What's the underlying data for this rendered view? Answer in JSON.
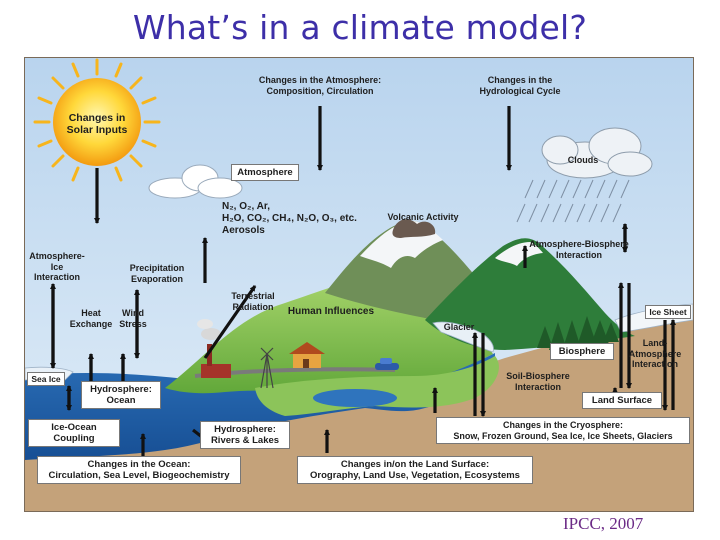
{
  "slide": {
    "title": "What’s in a climate model?",
    "credit": "IPCC, 2007"
  },
  "labels": {
    "solar": "Changes in Solar Inputs",
    "atm_changes_1": "Changes in the Atmosphere:",
    "atm_changes_2": "Composition, Circulation",
    "hydro_cycle_1": "Changes in the",
    "hydro_cycle_2": "Hydrological Cycle",
    "clouds": "Clouds",
    "atmosphere": "Atmosphere",
    "gases_1": "N₂, O₂, Ar,",
    "gases_2": "H₂O, CO₂, CH₄, N₂O, O₃, etc.",
    "gases_3": "Aerosols",
    "volcanic": "Volcanic Activity",
    "atm_bio_1": "Atmosphere-Biosphere",
    "atm_bio_2": "Interaction",
    "atm_ice_1": "Atmosphere-",
    "atm_ice_2": "Ice",
    "atm_ice_3": "Interaction",
    "precip_1": "Precipitation",
    "precip_2": "Evaporation",
    "terrestrial_1": "Terrestrial",
    "terrestrial_2": "Radiation",
    "human": "Human Influences",
    "heat_1": "Heat",
    "heat_2": "Exchange",
    "wind_1": "Wind",
    "wind_2": "Stress",
    "glacier": "Glacier",
    "ice_sheet": "Ice Sheet",
    "biosphere": "Biosphere",
    "land_atm_1": "Land-",
    "land_atm_2": "Atmosphere",
    "land_atm_3": "Interaction",
    "sea_ice": "Sea Ice",
    "hydro_ocean_1": "Hydrosphere:",
    "hydro_ocean_2": "Ocean",
    "soil_bio_1": "Soil-Biosphere",
    "soil_bio_2": "Interaction",
    "land_surface": "Land Surface",
    "ice_ocean": "Ice-Ocean Coupling",
    "hydro_rivers_1": "Hydrosphere:",
    "hydro_rivers_2": "Rivers & Lakes",
    "cryo_1": "Changes in the Cryosphere:",
    "cryo_2": "Snow, Frozen Ground, Sea Ice, Ice Sheets, Glaciers",
    "ocean_changes_1": "Changes in the Ocean:",
    "ocean_changes_2": "Circulation, Sea Level, Biogeochemistry",
    "land_changes_1": "Changes in/on the Land Surface:",
    "land_changes_2": "Orography, Land Use, Vegetation, Ecosystems"
  }
}
